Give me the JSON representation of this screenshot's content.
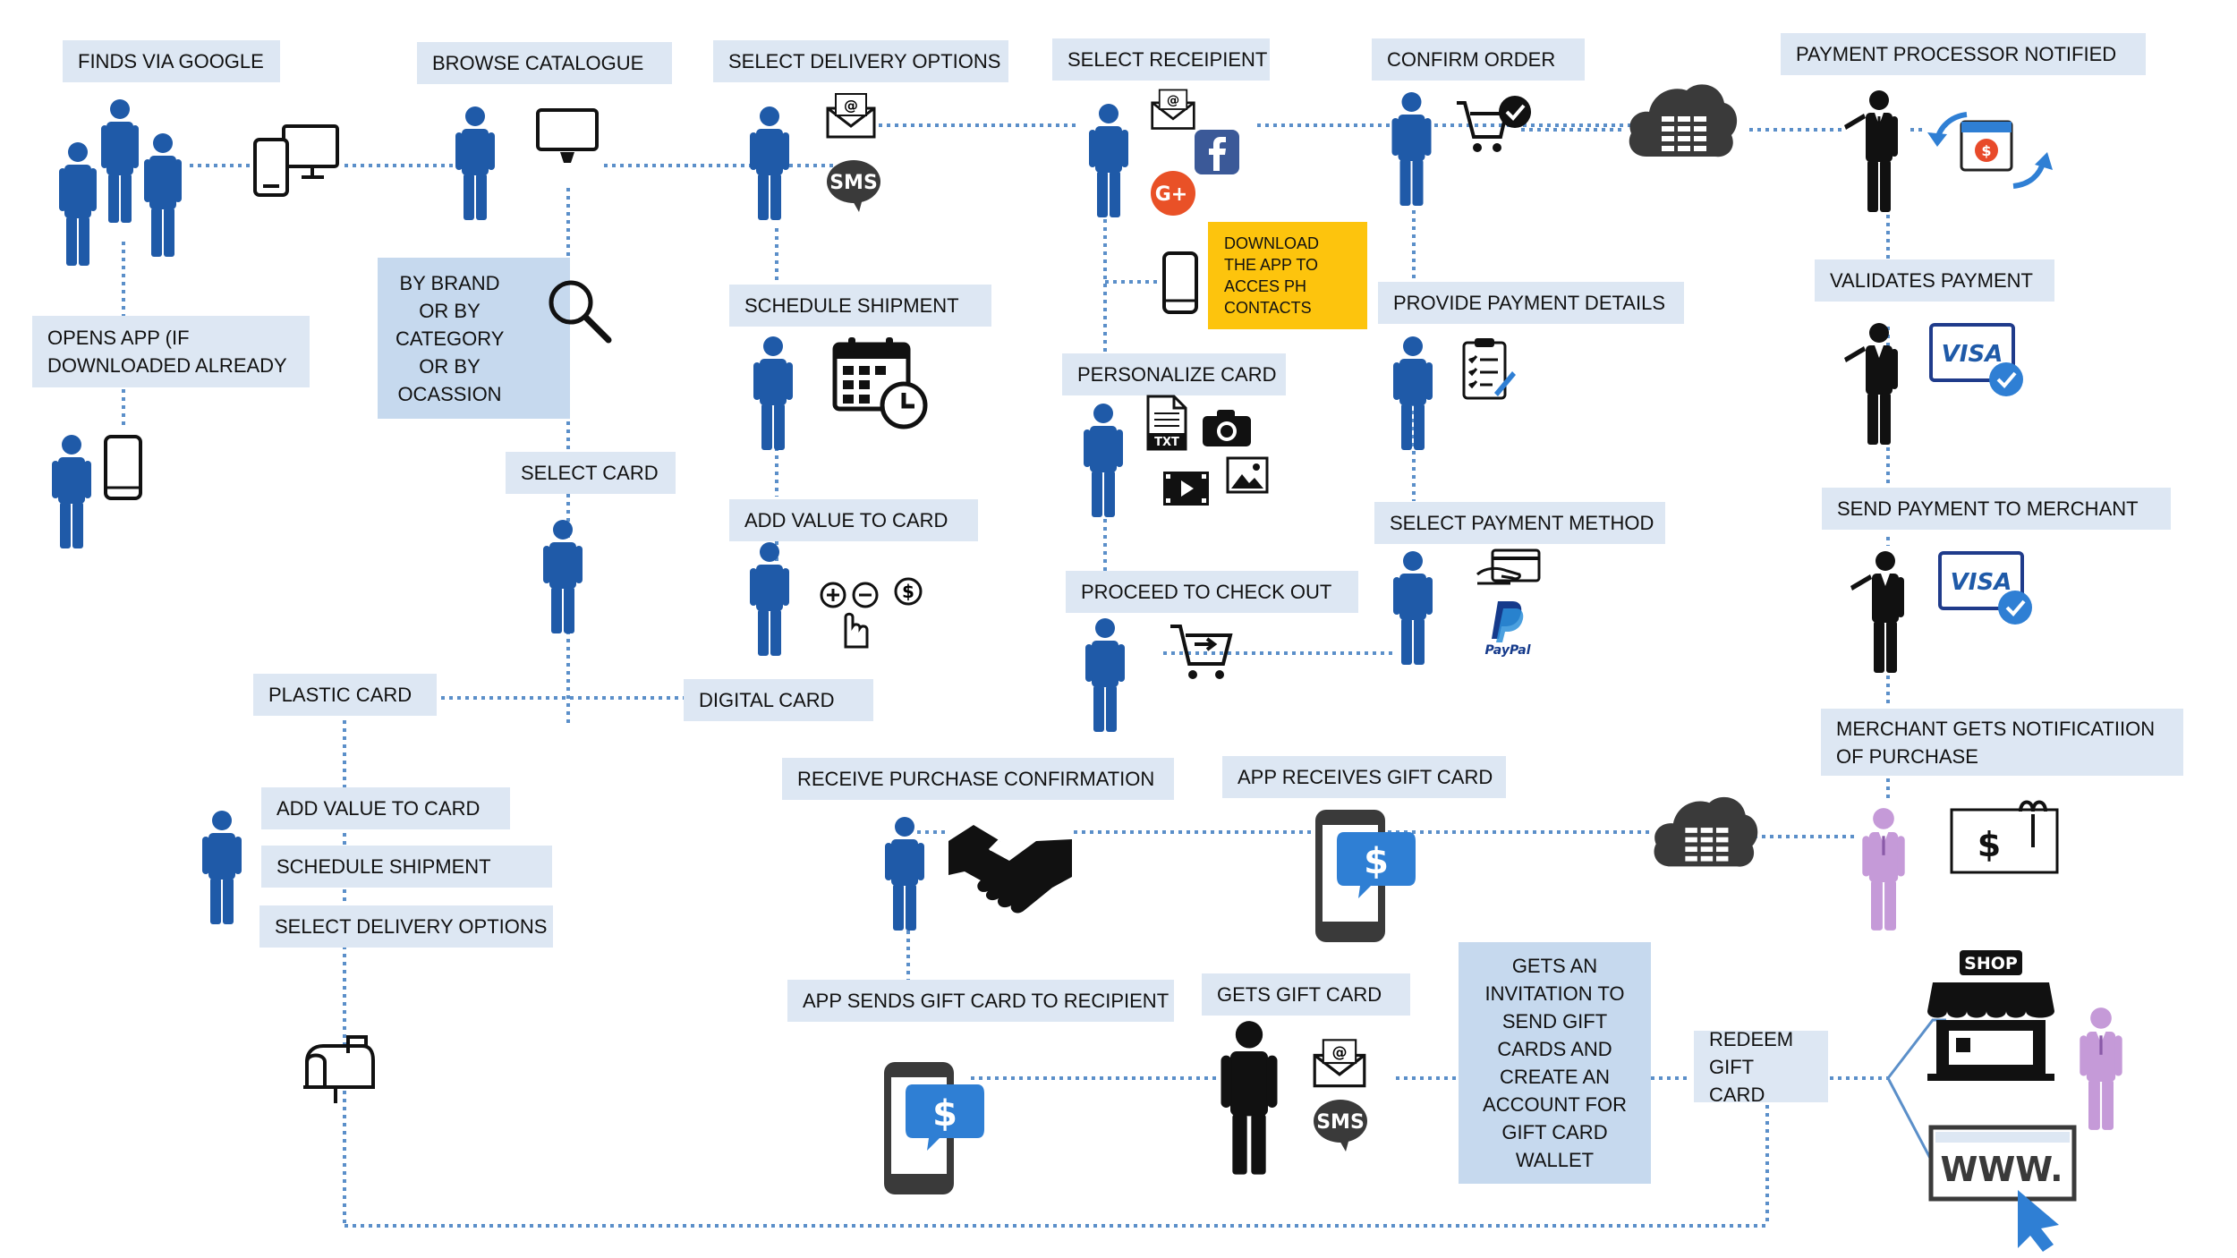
{
  "colors": {
    "connector": "#5b8fc9",
    "label_bg": "#dde7f3",
    "label_bg_blue": "#c6d9ee",
    "highlight_yellow": "#fdc40d",
    "person_blue": "#1f5aa8",
    "person_black": "#111111",
    "person_purple": "#c59ad8",
    "device_blue": "#2f7fd4"
  },
  "labels": {
    "finds_via_google": "FINDS VIA GOOGLE",
    "browse_catalogue": "BROWSE CATALOGUE",
    "select_delivery_options_top": "SELECT DELIVERY OPTIONS",
    "select_recipient": "SELECT RECEIPIENT",
    "confirm_order": "CONFIRM ORDER",
    "payment_processor_notified": "PAYMENT PROCESSOR NOTIFIED",
    "opens_app": "OPENS APP (IF DOWNLOADED ALREADY",
    "by_brand": "BY BRAND OR BY CATEGORY OR BY OCASSION",
    "schedule_shipment_top": "SCHEDULE SHIPMENT",
    "download_app": "DOWNLOAD THE APP TO ACCES PH CONTACTS",
    "provide_payment_details": "PROVIDE PAYMENT DETAILS",
    "validates_payment": "VALIDATES PAYMENT",
    "personalize_card": "PERSONALIZE CARD",
    "select_card": "SELECT CARD",
    "add_value_to_card_top": "ADD VALUE TO CARD",
    "send_payment_to_merchant": "SEND PAYMENT TO MERCHANT",
    "select_payment_method": "SELECT PAYMENT METHOD",
    "proceed_to_check_out": "PROCEED TO CHECK OUT",
    "plastic_card": "PLASTIC CARD",
    "digital_card": "DIGITAL CARD",
    "merchant_gets_notification": "MERCHANT GETS NOTIFICATIION OF PURCHASE",
    "receive_purchase_confirmation": "RECEIVE PURCHASE CONFIRMATION",
    "app_receives_gift_card": "APP RECEIVES GIFT CARD",
    "add_value_to_card_bottom": "ADD VALUE TO CARD",
    "schedule_shipment_bottom": "SCHEDULE SHIPMENT",
    "select_delivery_options_bottom": "SELECT DELIVERY OPTIONS",
    "app_sends_gift_card": "APP SENDS GIFT CARD TO RECIPIENT",
    "gets_gift_card": "GETS GIFT CARD",
    "gets_an_invitation": "GETS AN INVITATION TO SEND GIFT CARDS AND CREATE AN ACCOUNT FOR GIFT CARD WALLET",
    "redeem_gift_card": "REDEEM GIFT CARD"
  },
  "icon_text": {
    "sms": "SMS",
    "email_at": "@",
    "txt": "TXT",
    "visa": "VISA",
    "paypal": "PayPal",
    "shop": "SHOP",
    "www": "WWW.",
    "dollar": "$"
  }
}
